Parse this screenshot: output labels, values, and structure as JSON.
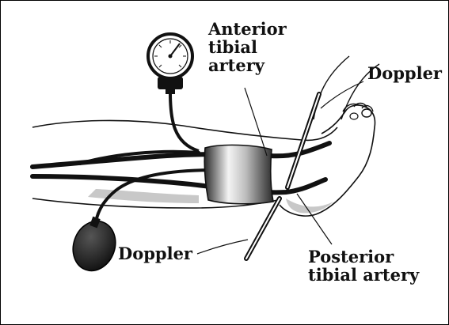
{
  "labels": {
    "anterior": {
      "line1": "Anterior",
      "line2": "tibial",
      "line3": "artery"
    },
    "doppler_top": "Doppler",
    "doppler_bottom": "Doppler",
    "posterior": {
      "line1": "Posterior",
      "line2": "tibial artery"
    }
  },
  "colors": {
    "ink": "#111111",
    "cuff_light": "#f2f2f2",
    "cuff_dark": "#333333",
    "shadow": "#c8c8c8",
    "bulb": "#1a1a1a"
  }
}
